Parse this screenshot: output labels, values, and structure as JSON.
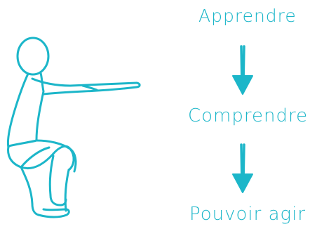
{
  "steps": [
    {
      "label": "Apprendre"
    },
    {
      "label": "Comprendre"
    },
    {
      "label": "Pouvoir agir"
    }
  ],
  "illustration": {
    "icon": "squat-person-icon"
  },
  "colors": {
    "accent": "#1cb6c9",
    "background": "#ffffff"
  }
}
